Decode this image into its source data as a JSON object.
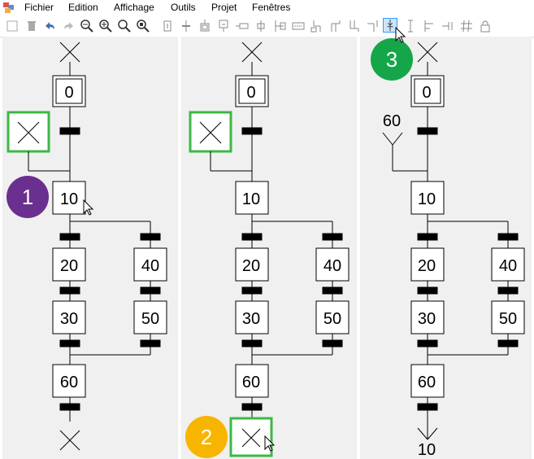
{
  "menu": [
    "Fichier",
    "Edition",
    "Affichage",
    "Outils",
    "Projet",
    "Fenêtres"
  ],
  "toolbar_icons": [
    "new-icon",
    "delete-icon",
    "undo-icon",
    "redo-icon",
    "zoom-out-icon",
    "zoom-in-icon",
    "zoom-fit-icon",
    "zoom-select-icon",
    "step-icon",
    "transition-icon",
    "initial-step-icon",
    "macro-step-icon",
    "action-icon",
    "divergence-or-icon",
    "convergence-or-icon",
    "comment-icon",
    "link-icon",
    "divergence-and-icon",
    "convergence-and-icon",
    "jump-in-icon",
    "jump-out-icon",
    "vertical-link-icon",
    "align-icon",
    "insert-icon",
    "grid-icon",
    "lock-icon"
  ],
  "panel1": {
    "steps": [
      "0",
      "10",
      "20",
      "40",
      "30",
      "50",
      "60"
    ]
  },
  "panel2": {
    "steps": [
      "0",
      "10",
      "20",
      "40",
      "30",
      "50",
      "60"
    ]
  },
  "panel3": {
    "steps": [
      "0",
      "10",
      "20",
      "40",
      "30",
      "50",
      "60"
    ],
    "jump_in_label": "60",
    "jump_out_label": "10"
  },
  "badges": [
    {
      "label": "1",
      "color": "#6a2f8f"
    },
    {
      "label": "2",
      "color": "#f7b500"
    },
    {
      "label": "3",
      "color": "#16a64a"
    }
  ],
  "highlight_color": "#3cb846"
}
